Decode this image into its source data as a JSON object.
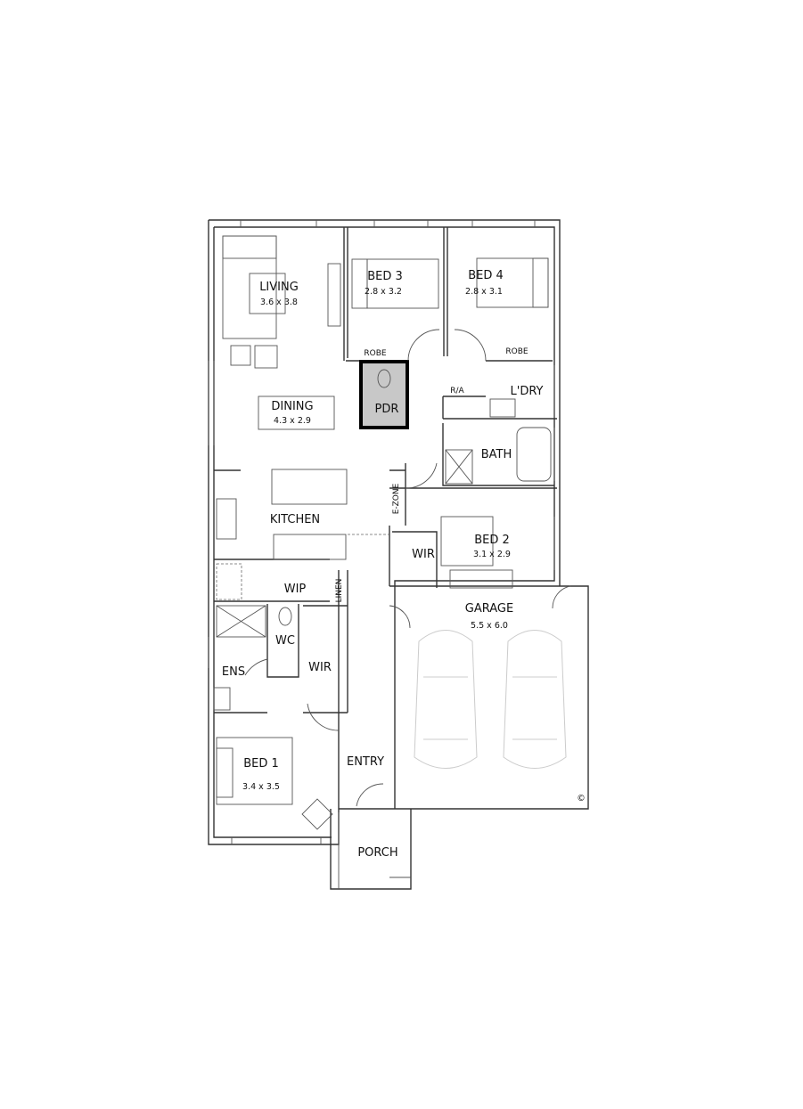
{
  "rooms": {
    "living": {
      "name": "LIVING",
      "size": "3.6 x 3.8"
    },
    "bed3": {
      "name": "BED 3",
      "size": "2.8 x 3.2"
    },
    "bed4": {
      "name": "BED 4",
      "size": "2.8 x 3.1"
    },
    "robe3": {
      "name": "ROBE"
    },
    "robe4": {
      "name": "ROBE"
    },
    "pdr": {
      "name": "PDR",
      "fill": "#c8c8c8"
    },
    "dining": {
      "name": "DINING",
      "size": "4.3 x 2.9"
    },
    "ra": {
      "name": "R/A"
    },
    "laundry": {
      "name": "L'DRY"
    },
    "bath": {
      "name": "BATH"
    },
    "ezone": {
      "name": "E-ZONE"
    },
    "kitchen": {
      "name": "KITCHEN"
    },
    "bed2": {
      "name": "BED 2",
      "size": "3.1 x 2.9"
    },
    "wir2": {
      "name": "WIR"
    },
    "garage": {
      "name": "GARAGE",
      "size": "5.5 x 6.0"
    },
    "wip": {
      "name": "WIP"
    },
    "linen": {
      "name": "LINEN"
    },
    "wc": {
      "name": "WC"
    },
    "ens": {
      "name": "ENS"
    },
    "wir1": {
      "name": "WIR"
    },
    "entry": {
      "name": "ENTRY"
    },
    "bed1": {
      "name": "BED 1",
      "size": "3.4 x 3.5"
    },
    "porch": {
      "name": "PORCH"
    }
  },
  "copyright": "©"
}
